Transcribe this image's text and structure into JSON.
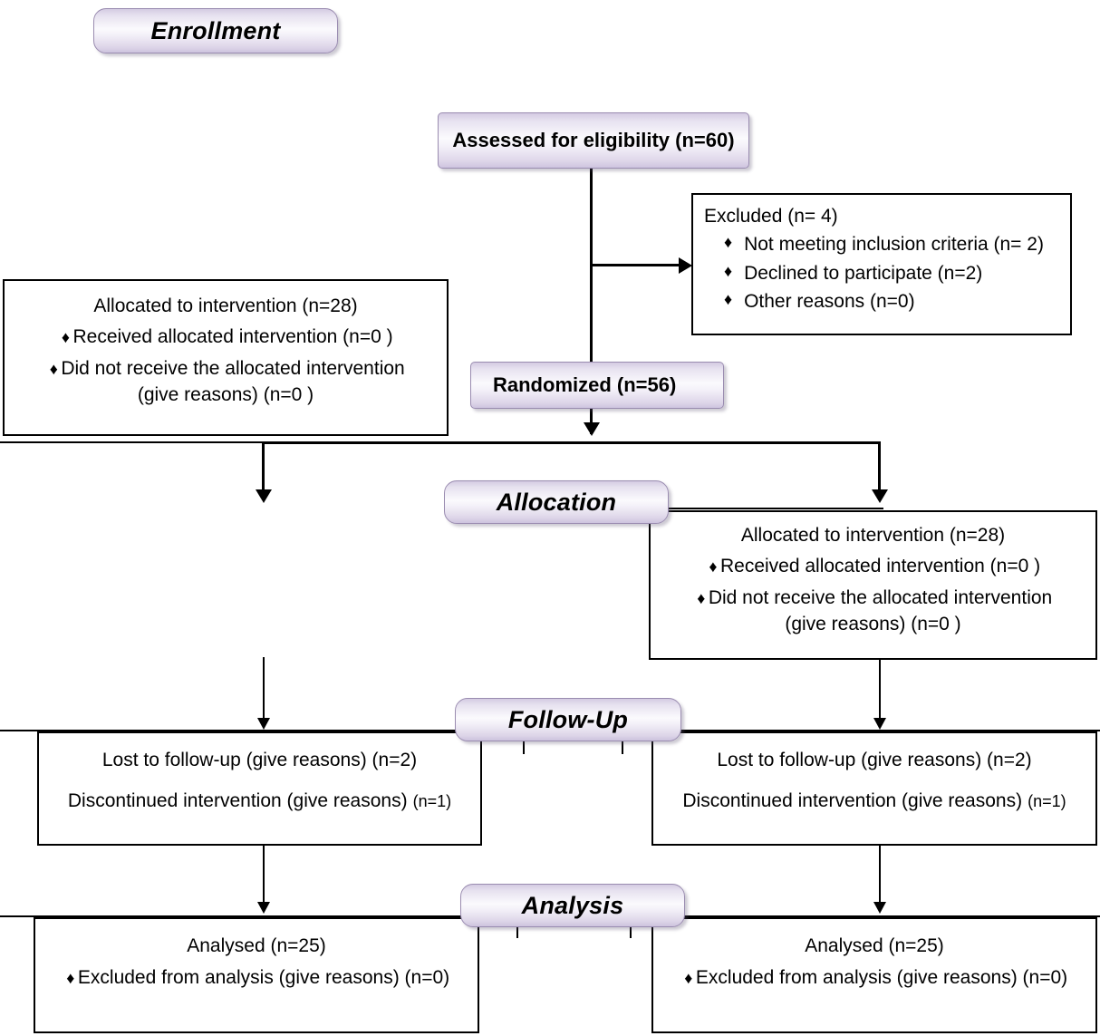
{
  "diagram": {
    "title": "CONSORT participant flow diagram",
    "accent_color": "#cdc3de",
    "border_color": "#9a8cb0",
    "line_color": "#000000"
  },
  "phases": {
    "enrollment": "Enrollment",
    "allocation": "Allocation",
    "followup": "Follow-Up",
    "analysis": "Analysis"
  },
  "nodes": {
    "assessed": "Assessed for eligibility (n=60)",
    "randomized": "Randomized (n=56)",
    "excluded": {
      "title": "Excluded (n= 4)",
      "items": [
        "Not meeting inclusion criteria (n= 2)",
        "Declined to participate (n=2)",
        "Other reasons (n=0)"
      ],
      "bullet": "diamond-bullet"
    },
    "allocation_left": {
      "title": "Allocated to intervention (n=28)",
      "item1": "Received allocated intervention (n=0  )",
      "item2_line1": "Did not receive the allocated intervention",
      "item2_line2": "(give reasons) (n=0 )",
      "bullet": "diamond-bullet"
    },
    "allocation_right": {
      "title": "Allocated to intervention (n=28)",
      "item1": "Received allocated intervention (n=0  )",
      "item2_line1": "Did not receive the allocated intervention",
      "item2_line2": "(give reasons) (n=0  )",
      "bullet": "diamond-bullet"
    },
    "followup_left": {
      "line1": "Lost to follow-up (give reasons) (n=2)",
      "line2a": "Discontinued intervention (give reasons)",
      "line2b": "(n=1)"
    },
    "followup_right": {
      "line1": "Lost to follow-up (give reasons) (n=2)",
      "line2a": "Discontinued intervention (give reasons)",
      "line2b": "(n=1)"
    },
    "analysis_left": {
      "title": "Analysed (n=25)",
      "item1": "Excluded from analysis (give reasons) (n=0)",
      "bullet": "diamond-bullet"
    },
    "analysis_right": {
      "title": "Analysed (n=25)",
      "item1": "Excluded from analysis (give reasons) (n=0)",
      "bullet": "diamond-bullet"
    }
  },
  "glyphs": {
    "diamond": "♦"
  }
}
